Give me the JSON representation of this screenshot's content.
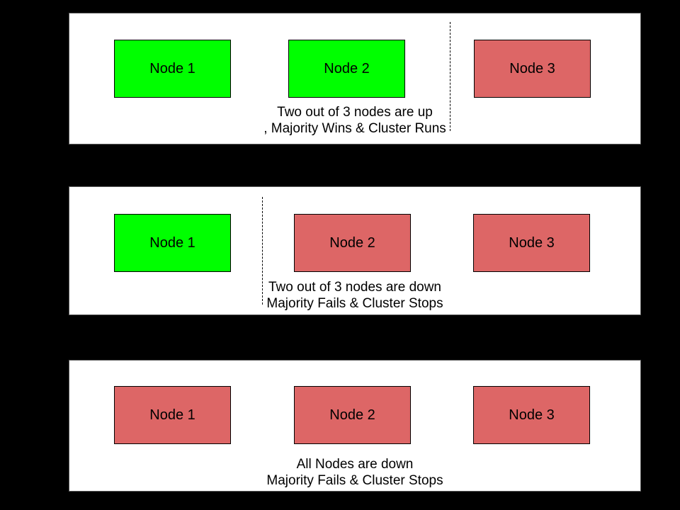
{
  "colors": {
    "background": "#000000",
    "panel_background": "#ffffff",
    "node_up": "#00ff00",
    "node_down": "#dd6666"
  },
  "panels": [
    {
      "name": "two-nodes-up",
      "nodes": [
        {
          "label": "Node 1",
          "status": "up",
          "color": "#00ff00"
        },
        {
          "label": "Node 2",
          "status": "up",
          "color": "#00ff00"
        },
        {
          "label": "Node 3",
          "status": "down",
          "color": "#dd6666"
        }
      ],
      "divider_position": "between Node 2 and Node 3",
      "captions": [
        "Two out of 3 nodes are up",
        ", Majority Wins & Cluster Runs"
      ]
    },
    {
      "name": "two-nodes-down",
      "nodes": [
        {
          "label": "Node 1",
          "status": "up",
          "color": "#00ff00"
        },
        {
          "label": "Node 2",
          "status": "down",
          "color": "#dd6666"
        },
        {
          "label": "Node 3",
          "status": "down",
          "color": "#dd6666"
        }
      ],
      "divider_position": "between Node 1 and Node 2",
      "captions": [
        "Two out of 3 nodes are down",
        "Majority Fails & Cluster Stops"
      ]
    },
    {
      "name": "all-nodes-down",
      "nodes": [
        {
          "label": "Node 1",
          "status": "down",
          "color": "#dd6666"
        },
        {
          "label": "Node 2",
          "status": "down",
          "color": "#dd6666"
        },
        {
          "label": "Node 3",
          "status": "down",
          "color": "#dd6666"
        }
      ],
      "divider_position": null,
      "captions": [
        "All Nodes are down",
        "Majority Fails & Cluster Stops"
      ]
    }
  ]
}
